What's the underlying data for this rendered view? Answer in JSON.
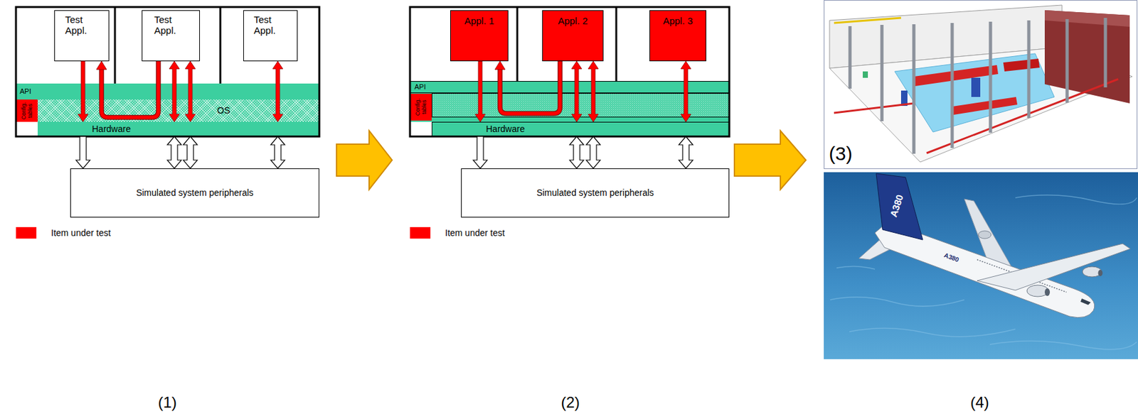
{
  "diagram": {
    "nodes": [
      {
        "text": [
          "Test Appl."
        ]
      },
      {
        "text": [
          "Test Appl."
        ]
      },
      {
        "text": [
          "Test Appl."
        ]
      },
      {
        "text": [
          "API"
        ]
      },
      {
        "text": [
          "Config. tables"
        ]
      },
      {
        "text": [
          "OS"
        ]
      },
      {
        "text": [
          "Hardware"
        ]
      },
      {
        "text": [
          "Simulated system peripherals"
        ]
      },
      {
        "text": [
          "Appl. 1"
        ]
      },
      {
        "text": [
          "Appl. 2"
        ]
      },
      {
        "text": [
          "Appl. 3"
        ]
      },
      {
        "text": [
          "API"
        ]
      },
      {
        "text": [
          "Config. tables"
        ]
      },
      {
        "text": [
          "Hardware"
        ]
      },
      {
        "text": [
          "Simulated system peripherals"
        ]
      }
    ],
    "edges": [
      {
        "from": 0,
        "to": 6,
        "arrow": "to"
      },
      {
        "from": 1,
        "to": 0,
        "arrow": "to"
      },
      {
        "from": 1,
        "to": 6,
        "arrow": "both"
      },
      {
        "from": 1,
        "to": 6,
        "arrow": "both"
      },
      {
        "from": 2,
        "to": 6,
        "arrow": "both"
      },
      {
        "from": 6,
        "to": 7,
        "arrow": "to"
      },
      {
        "from": 6,
        "to": 7,
        "arrow": "both"
      },
      {
        "from": 6,
        "to": 7,
        "arrow": "both"
      },
      {
        "from": 6,
        "to": 7,
        "arrow": "both"
      },
      {
        "from": 8,
        "to": 13,
        "arrow": "to"
      },
      {
        "from": 9,
        "to": 8,
        "arrow": "to"
      },
      {
        "from": 9,
        "to": 13,
        "arrow": "both"
      },
      {
        "from": 9,
        "to": 13,
        "arrow": "both"
      },
      {
        "from": 10,
        "to": 13,
        "arrow": "both"
      },
      {
        "from": 13,
        "to": 14,
        "arrow": "to"
      },
      {
        "from": 13,
        "to": 14,
        "arrow": "both"
      },
      {
        "from": 13,
        "to": 14,
        "arrow": "both"
      },
      {
        "from": 13,
        "to": 14,
        "arrow": "both"
      }
    ],
    "labels": [
      "(1)",
      "(2)",
      "(3)",
      "(4)",
      "A380",
      "A380"
    ],
    "legend": [
      {
        "text": "Item under test",
        "color": "#ff0000"
      },
      {
        "text": "Item under test",
        "color": "#ff0000"
      }
    ]
  }
}
